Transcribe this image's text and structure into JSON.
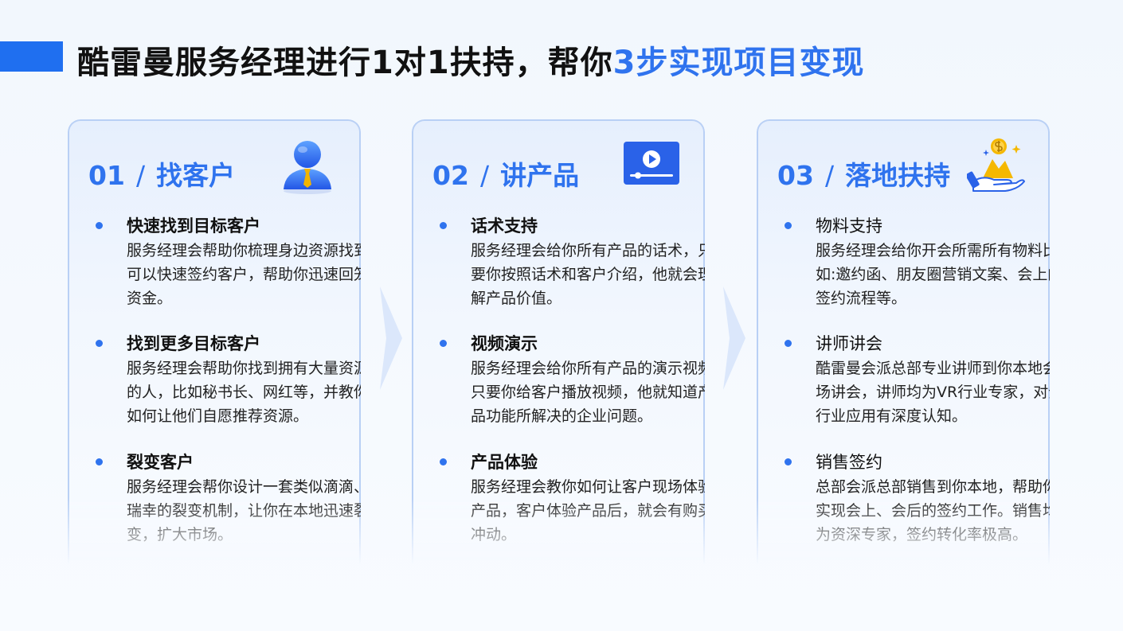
{
  "title": {
    "prefix": "酷雷曼服务经理进行1对1扶持，帮你",
    "highlight": "3步实现项目变现"
  },
  "colors": {
    "accent": "#2f73ee",
    "bar": "#1f6ff0"
  },
  "steps": [
    {
      "number": "01",
      "separator": "/",
      "name": "找客户",
      "icon": "businessman-icon",
      "items": [
        {
          "title": "快速找到目标客户",
          "desc": "服务经理会帮助你梳理身边资源找到可以快速签约客户，帮助你迅速回笼资金。"
        },
        {
          "title": "找到更多目标客户",
          "desc": "服务经理会帮助你找到拥有大量资源的人，比如秘书长、网红等，并教你如何让他们自愿推荐资源。"
        },
        {
          "title": "裂变客户",
          "desc": "服务经理会帮你设计一套类似滴滴、瑞幸的裂变机制，让你在本地迅速裂变，扩大市场。"
        }
      ]
    },
    {
      "number": "02",
      "separator": "/",
      "name": "讲产品",
      "icon": "video-player-icon",
      "items": [
        {
          "title": "话术支持",
          "desc": "服务经理会给你所有产品的话术，只要你按照话术和客户介绍，他就会理解产品价值。"
        },
        {
          "title": "视频演示",
          "desc": "服务经理会给你所有产品的演示视频只要你给客户播放视频，他就知道产品功能所解决的企业问题。"
        },
        {
          "title": "产品体验",
          "desc": "服务经理会教你如何让客户现场体验产品，客户体验产品后，就会有购买冲动。"
        }
      ]
    },
    {
      "number": "03",
      "separator": "/",
      "name": "落地扶持",
      "icon": "money-hand-icon",
      "items": [
        {
          "title": "物料支持",
          "desc": "服务经理会给你开会所需所有物料比如:邀约函、朋友圈营销文案、会上的签约流程等。"
        },
        {
          "title": "讲师讲会",
          "desc": "酷雷曼会派总部专业讲师到你本地会场讲会，讲师均为VR行业专家，对全行业应用有深度认知。"
        },
        {
          "title": "销售签约",
          "desc": "总部会派总部销售到你本地，帮助你实现会上、会后的签约工作。销售均为资深专家，签约转化率极高。"
        }
      ]
    }
  ]
}
